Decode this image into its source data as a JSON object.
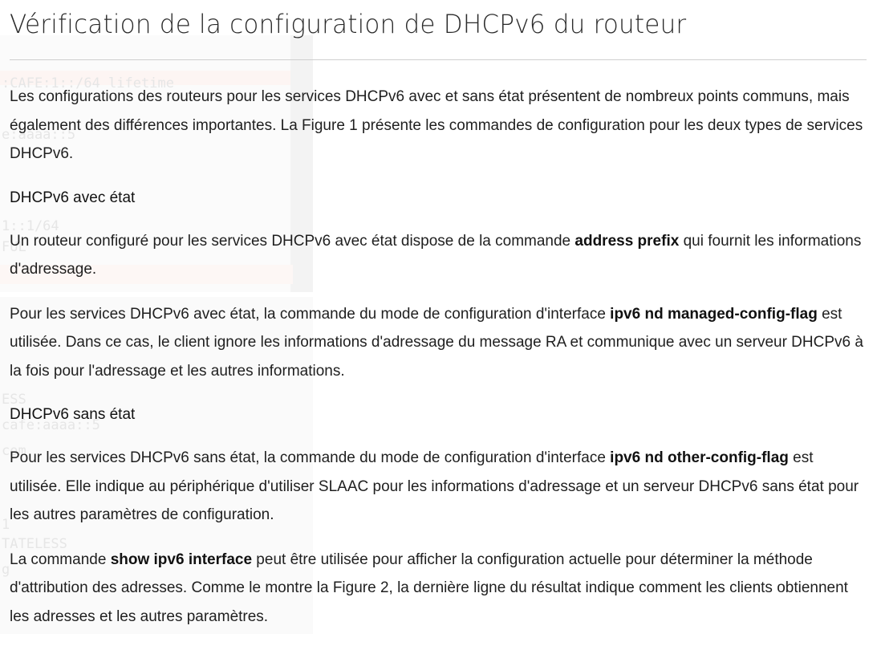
{
  "title": "Vérification de la configuration de DHCPv6 du routeur",
  "paragraphs": {
    "intro": "Les configurations des routeurs pour les services DHCPv6 avec et sans état présentent de nombreux points communs, mais également des différences importantes. La Figure 1 présente les commandes de configuration pour les deux types de services DHCPv6.",
    "stateful_heading": "DHCPv6 avec état",
    "stateful_p1": {
      "before": "Un routeur configuré pour les services DHCPv6 avec état dispose de la commande ",
      "cmd": "address prefix",
      "after": " qui fournit les informations d'adressage."
    },
    "stateful_p2": {
      "before": "Pour les services DHCPv6 avec état, la commande du mode de configuration d'interface ",
      "cmd": "ipv6 nd managed-config-flag",
      "after": " est utilisée. Dans ce cas, le client ignore les informations d'adressage du message RA et communique avec un serveur DHCPv6 à la fois pour l'adressage et les autres informations."
    },
    "stateless_heading": "DHCPv6 sans état",
    "stateless_p1": {
      "before": "Pour les services DHCPv6 sans état, la commande du mode de configuration d'interface ",
      "cmd": "ipv6 nd other-config-flag",
      "after": " est utilisée. Elle indique au périphérique d'utiliser SLAAC pour les informations d'adressage et un serveur DHCPv6 sans état pour les autres paramètres de configuration."
    },
    "show_p": {
      "before": "La commande ",
      "cmd": "show ipv6 interface",
      "after": " peut être utilisée pour afficher la configuration actuelle pour déterminer la méthode d'attribution des adresses. Comme le montre la Figure 2, la dernière ligne du résultat indique comment les clients obtiennent les adresses et les autres paramètres."
    }
  },
  "background_figure_text": [
    ":CAFE:1::/64 lifetime",
    "e:aaaa::5",
    "1::1/64",
    "FUL",
    "ESS",
    "cafe:aaaa::5",
    "com",
    "1",
    "TATELESS",
    "g"
  ],
  "colors": {
    "text": "#1f1f1f",
    "title": "#2b2b2b",
    "rule": "#cfcfcf",
    "background": "#ffffff"
  }
}
